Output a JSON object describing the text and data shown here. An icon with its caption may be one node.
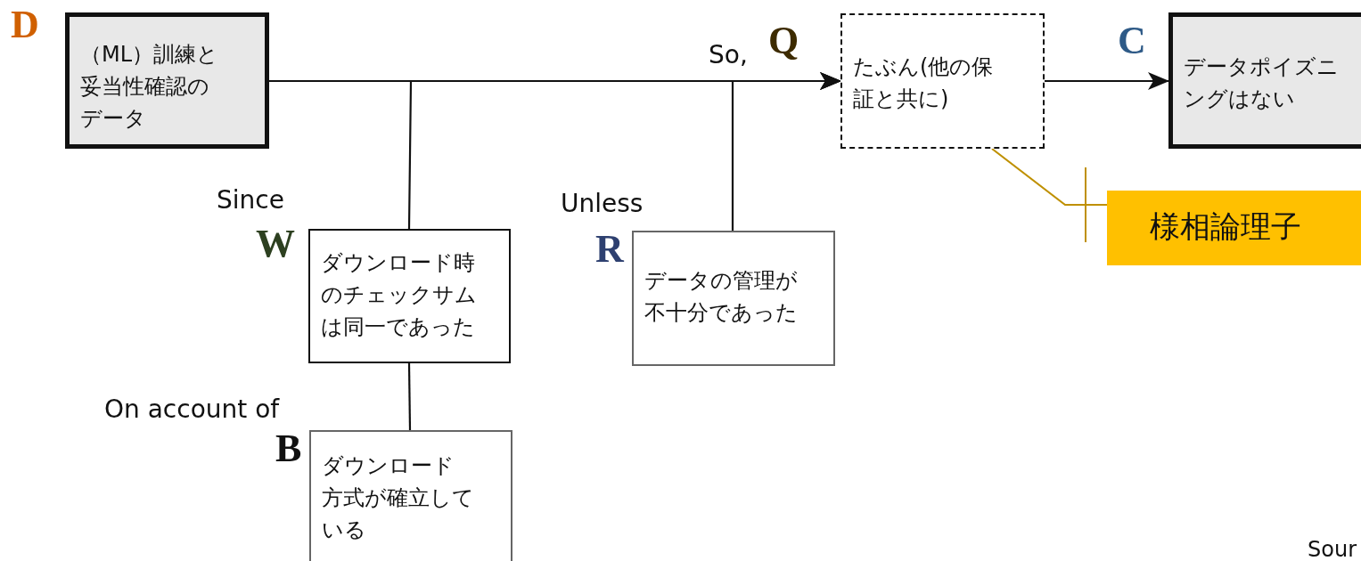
{
  "diagram": {
    "nodes": [
      {
        "text": [
          "（ML）訓練と妥当性確認のデータ"
        ],
        "beside": [
          "D"
        ]
      },
      {
        "text": [
          "たぶん(他の保証と共に)"
        ],
        "beside": [
          "Q"
        ]
      },
      {
        "text": [
          "データポイズニングはない"
        ],
        "beside": [
          "C"
        ]
      },
      {
        "text": [
          "ダウンロード時のチェックサムは同一であった"
        ],
        "beside": [
          "Since",
          "W"
        ]
      },
      {
        "text": [
          "データの管理が不十分であった"
        ],
        "beside": [
          "Unless",
          "R"
        ]
      },
      {
        "text": [
          "ダウンロード方式が確立している"
        ],
        "beside": [
          "On account of",
          "B"
        ]
      },
      {
        "text": [
          "様相論理子"
        ]
      }
    ],
    "edges": [
      {
        "from": 0,
        "to": 1,
        "arrow": "to",
        "label": "So,"
      },
      {
        "from": 1,
        "to": 2,
        "arrow": "to"
      },
      {
        "from": 3,
        "to": 1,
        "arrow": "to"
      },
      {
        "from": 4,
        "to": 1,
        "arrow": "to"
      },
      {
        "from": 5,
        "to": 3,
        "arrow": "none"
      },
      {
        "from": 6,
        "to": 1,
        "arrow": "other",
        "color": "#bf9000"
      }
    ],
    "labels": [
      "Sour"
    ]
  }
}
